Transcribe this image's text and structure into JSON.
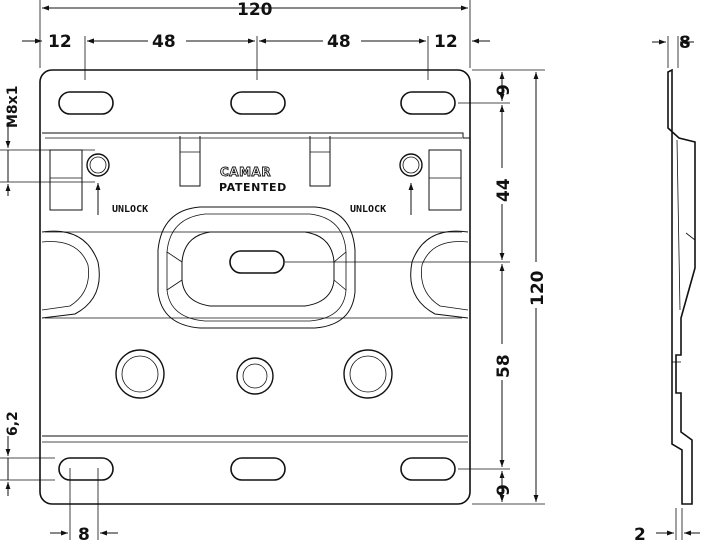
{
  "dimensions": {
    "overall_width": "120",
    "left_edge": "12",
    "pitch_left": "48",
    "pitch_right": "48",
    "right_edge": "12",
    "side_thickness": "8",
    "thread": "M8x1",
    "top_margin": "9",
    "upper_span": "44",
    "overall_height": "120",
    "lower_span": "58",
    "bottom_margin": "9",
    "offset_left": "6,2",
    "slot_width": "8",
    "sheet_thickness": "2"
  },
  "labels": {
    "brand": "CAMAR",
    "patented": "PATENTED",
    "unlock_left": "UNLOCK",
    "unlock_right": "UNLOCK"
  }
}
